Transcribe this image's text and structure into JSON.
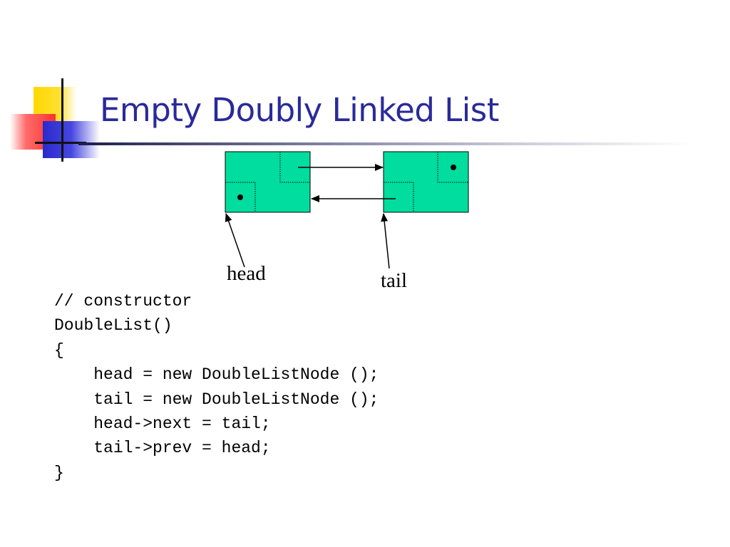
{
  "slide": {
    "title": "Empty Doubly Linked List"
  },
  "diagram": {
    "node_color": "#00dd9e",
    "head_label": "head",
    "tail_label": "tail"
  },
  "code": {
    "lines": [
      "// constructor",
      "DoubleList()",
      "{",
      "    head = new DoubleListNode ();",
      "    tail = new DoubleListNode ();",
      "    head->next = tail;",
      "    tail->prev = head;",
      "}"
    ]
  }
}
